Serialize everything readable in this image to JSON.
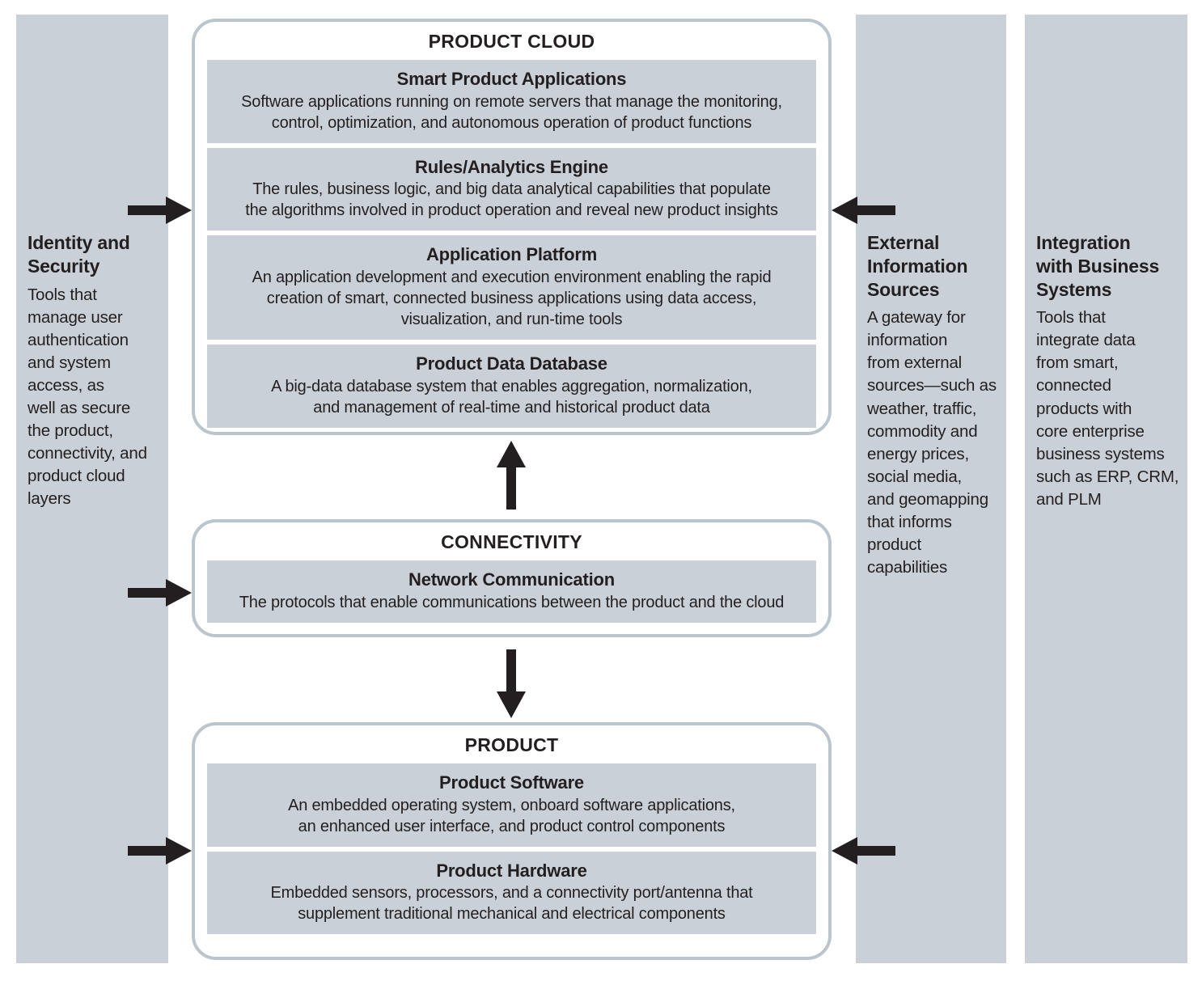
{
  "columns": {
    "identity": {
      "title": "Identity and\nSecurity",
      "body": "Tools that\nmanage user\nauthentication\nand system\naccess, as\nwell as secure\nthe product,\nconnectivity, and\nproduct cloud\nlayers"
    },
    "external": {
      "title": "External\nInformation\nSources",
      "body": "A gateway for\ninformation\nfrom external\nsources—such as\nweather, traffic,\ncommodity and\nenergy prices,\nsocial media,\nand geomapping\nthat informs\nproduct\ncapabilities"
    },
    "integration": {
      "title": "Integration\nwith Business\nSystems",
      "body": "Tools that\nintegrate data\nfrom smart,\nconnected\nproducts with\ncore enterprise\nbusiness systems\nsuch as ERP, CRM,\nand PLM"
    }
  },
  "cloud": {
    "title": "PRODUCT CLOUD",
    "boxes": [
      {
        "title": "Smart Product Applications",
        "body": "Software applications running on remote servers that manage the monitoring,\ncontrol, optimization, and autonomous operation of product functions"
      },
      {
        "title": "Rules/Analytics Engine",
        "body": "The rules, business logic, and big data analytical capabilities that populate\nthe algorithms involved in product operation and reveal new product insights"
      },
      {
        "title": "Application Platform",
        "body": "An application development and execution environment enabling the rapid\ncreation of smart, connected business applications using data access,\nvisualization, and run-time tools"
      },
      {
        "title": "Product Data Database",
        "body": "A big-data database system that enables aggregation, normalization,\nand management of real-time and historical product data"
      }
    ]
  },
  "connectivity": {
    "title": "CONNECTIVITY",
    "boxes": [
      {
        "title": "Network Communication",
        "body": "The protocols that enable communications between the product and the cloud"
      }
    ]
  },
  "product": {
    "title": "PRODUCT",
    "boxes": [
      {
        "title": "Product Software",
        "body": "An embedded operating system, onboard software applications,\nan enhanced user interface, and product control components"
      },
      {
        "title": "Product Hardware",
        "body": "Embedded sensors, processors, and a connectivity port/antenna that\nsupplement traditional mechanical and electrical components"
      }
    ]
  },
  "icons": {
    "arrow_right": "thick-right-arrow",
    "arrow_left": "thick-left-arrow",
    "arrow_up": "thick-up-arrow",
    "arrow_down": "thick-down-arrow"
  },
  "colors": {
    "panel": "#c9d0d7",
    "panel_border": "#bac5cd",
    "ink": "#231f20",
    "arrow": "#231f20",
    "background": "#ffffff"
  }
}
